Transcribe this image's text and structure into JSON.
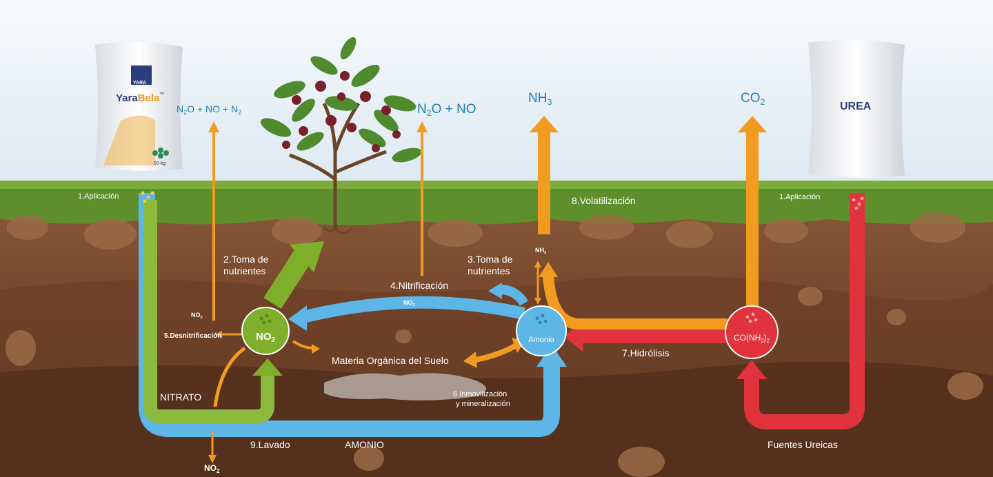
{
  "colors": {
    "nitrate": "#5aa9dc",
    "ammonium": "#5db6e6",
    "green": "#7fae2b",
    "orange": "#f29b21",
    "red": "#e0333c",
    "sky_text": "#1f7fb3"
  },
  "bags": {
    "left": {
      "brand": "YaraBela",
      "brand_part1": "Yara",
      "brand_part2": "Bela",
      "tm": "™",
      "logo_text": "YARA",
      "weight": "50 kg"
    },
    "right": {
      "label": "UREA"
    }
  },
  "sky_labels": {
    "left_gases": {
      "a": "N",
      "a_sub": "2",
      "b": "O + NO + N",
      "b_sub": "2"
    },
    "mid_gases": {
      "a": "N",
      "a_sub": "2",
      "b": "O + NO"
    },
    "nh3": {
      "a": "NH",
      "a_sub": "3"
    },
    "co2": {
      "a": "CO",
      "a_sub": "2"
    }
  },
  "soil_labels": {
    "aplicacion_left": "1.Aplicación",
    "aplicacion_right": "1.Aplicación",
    "toma_left_1": "2.Toma de",
    "toma_left_2": "nutrientes",
    "toma_right_1": "3.Toma de",
    "toma_right_2": "nutrientes",
    "nitrificacion": "4.Nitrificación",
    "desnitrificacion": "5.Desnitrificación",
    "inmovilizacion_1": "6.Inmovilización",
    "inmovilizacion_2": "y mineralización",
    "hidrolisis": "7.Hidrólisis",
    "volatilizacion": "8.Volatilización",
    "lavado": "9.Lavado",
    "materia": "Materia Orgánica del Suelo",
    "nitrato": "NITRATO",
    "amonio_caps": "AMONIO",
    "fuentes": "Fuentes Ureicas",
    "no2_arrow": {
      "a": "NO",
      "a_sub": "2"
    },
    "no2_left": {
      "a": "NO",
      "a_sub": "2"
    },
    "no2_bottom": {
      "a": "NO",
      "a_sub": "2"
    },
    "nh3_small": {
      "a": "NH",
      "a_sub": "3"
    }
  },
  "nodes": {
    "nitrate": {
      "a": "NO",
      "a_sub": "2"
    },
    "ammonium": {
      "label": "Amonio"
    },
    "urea": {
      "a": "CO(NH",
      "a_sub": "2",
      "b": ")",
      "b_sub": "2"
    }
  }
}
